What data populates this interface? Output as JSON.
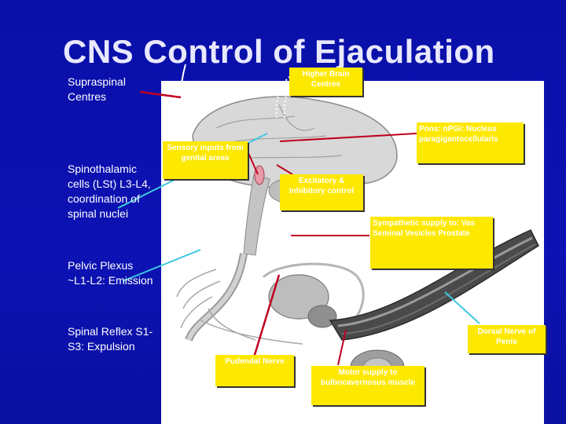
{
  "slide": {
    "title": "CNS Control of Ejaculation",
    "background_color": "#0c12b3",
    "accent_yellow": "#fde800",
    "connector_red": "#c00020",
    "connector_cyan": "#3ec8e0"
  },
  "left_labels": {
    "supraspinal": "Supraspinal Centres",
    "spinothalamic": "Spinothalamic cells (LSt) L3-L4, coordination of spinal nuclei",
    "pelvic_plexus": "Pelvic Plexus ~L1-L2: Emission",
    "spinal_reflex": "Spinal Reflex S1-S3: Expulsion"
  },
  "callouts": {
    "higher_brain": "Higher Brain Centres",
    "pons": "Pons: nPGi: Nucleus paragigantocellularis",
    "sensory": "Sensory inputs from genital areas",
    "excitatory": "Excitatory & Inhibitory control",
    "sympathetic": "Sympathetic supply to: Vas Seminal Vesicles Prostate",
    "dorsal_nerve": "Dorsal Nerve of Penis",
    "pudendal": "Pudendal Nerve",
    "motor": "Motor supply to bulbocavernosus muscle"
  }
}
